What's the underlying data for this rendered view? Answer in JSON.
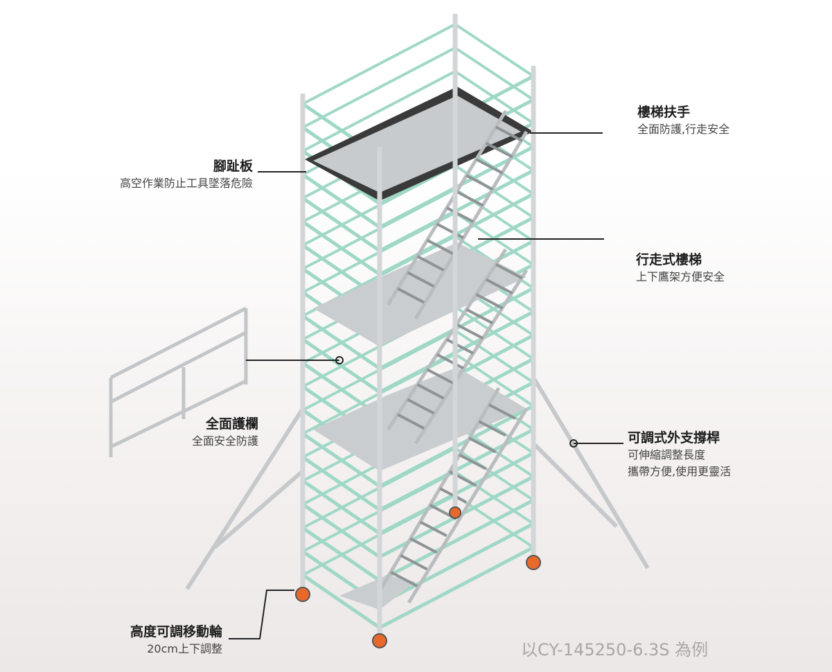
{
  "callouts": {
    "handrail": {
      "title": "樓梯扶手",
      "desc": "全面防護,行走安全"
    },
    "toeboard": {
      "title": "腳趾板",
      "desc": "高空作業防止工具墜落危險"
    },
    "stairs": {
      "title": "行走式樓梯",
      "desc": "上下鷹架方便安全"
    },
    "guardrail": {
      "title": "全面護欄",
      "desc": "全面安全防護"
    },
    "outrigger": {
      "title": "可調式外支撐桿",
      "desc_lines": [
        "可伸縮調整長度",
        "攜帶方便,使用更靈活"
      ]
    },
    "casters": {
      "title": "高度可調移動輪",
      "desc": "20cm上下調整"
    }
  },
  "caption": "以CY-145250-6.3S 為例",
  "colors": {
    "rail": "#9fd8c6",
    "frame": "#c9cccf",
    "toeboard": "#2b2b2b",
    "wheel": "#e8692b"
  }
}
